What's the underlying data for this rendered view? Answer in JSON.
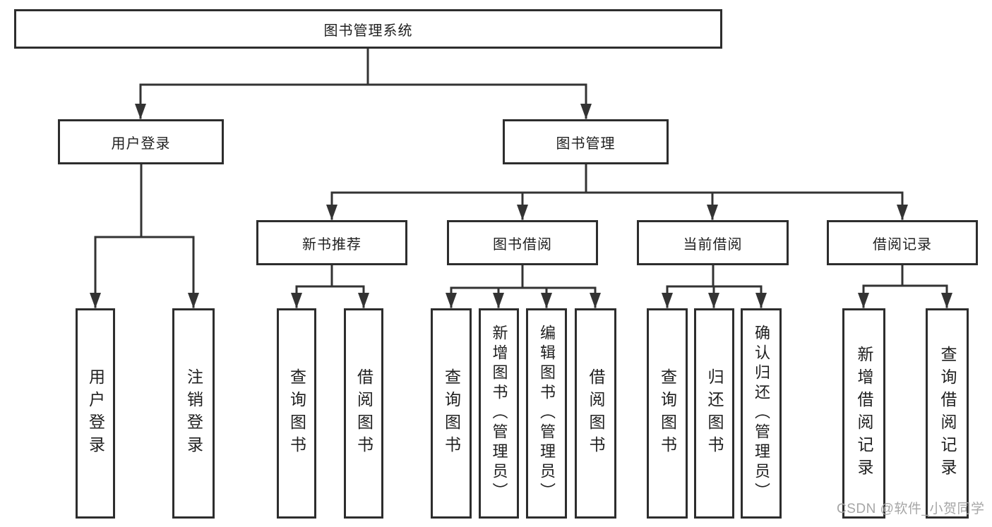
{
  "diagram": {
    "root": "图书管理系统",
    "level1": [
      "用户登录",
      "图书管理"
    ],
    "level2": [
      "新书推荐",
      "图书借阅",
      "当前借阅",
      "借阅记录"
    ],
    "leaves": [
      "用户登录",
      "注销登录",
      "查询图书",
      "借阅图书",
      "查询图书",
      "新增图书（管理员）",
      "编辑图书（管理员）",
      "借阅图书",
      "查询图书",
      "归还图书",
      "确认归还（管理员）",
      "新增借阅记录",
      "查询借阅记录"
    ]
  },
  "watermark": "CSDN @软件_小贺同学",
  "colors": {
    "line": "#333333",
    "box_border": "#2d2d2d",
    "text": "#1f1f1f",
    "watermark": "#a6a6a6",
    "background": "#ffffff"
  }
}
